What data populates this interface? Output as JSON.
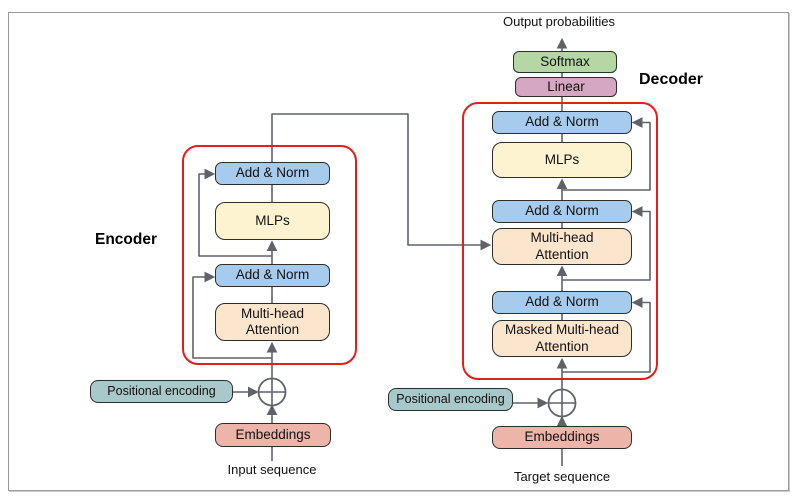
{
  "encoder": {
    "label": "Encoder",
    "blocks": {
      "add_norm_top": "Add & Norm",
      "mlps": "MLPs",
      "add_norm_mid": "Add & Norm",
      "multi_head_attention": "Multi-head Attention"
    },
    "positional_encoding": "Positional encoding",
    "embeddings": "Embeddings",
    "sequence_label": "Input sequence",
    "adder_icon": "circle-plus-add-operator"
  },
  "decoder": {
    "label": "Decoder",
    "output_label": "Output probabilities",
    "softmax": "Softmax",
    "linear": "Linear",
    "blocks": {
      "add_norm_top": "Add & Norm",
      "mlps": "MLPs",
      "add_norm_mid": "Add & Norm",
      "multi_head_attention": "Multi-head Attention",
      "add_norm_bottom": "Add & Norm",
      "masked_multi_head_attention": "Masked Multi-head Attention"
    },
    "positional_encoding": "Positional encoding",
    "embeddings": "Embeddings",
    "sequence_label": "Target sequence",
    "adder_icon": "circle-plus-add-operator"
  },
  "colors": {
    "add_norm": "#a7cbed",
    "mlps": "#fdf3d0",
    "attention": "#fbe5cd",
    "softmax": "#b5d7a3",
    "linear": "#d6a7c3",
    "positional_encoding": "#a9c8c9",
    "embeddings": "#edb4aa",
    "group_border": "#e0201c",
    "wire": "#5f6368",
    "box_border": "#2d2d2d",
    "text": "#111111"
  }
}
